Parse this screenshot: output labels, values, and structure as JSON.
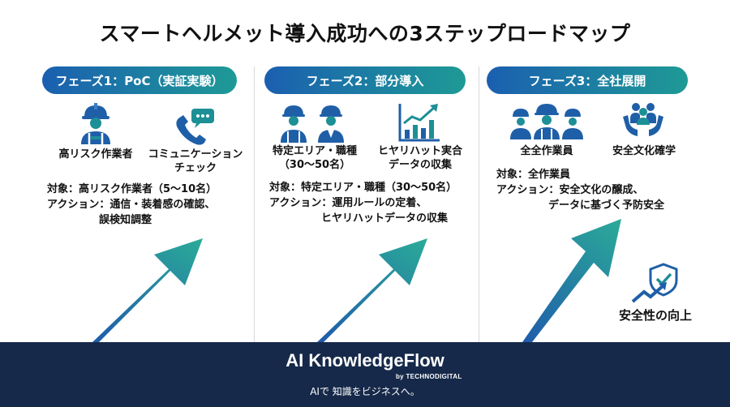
{
  "title": "スマートヘルメット導入成功への3ステップロードマップ",
  "colors": {
    "pill_gradient": [
      "#1b5fb0",
      "#1e9a96"
    ],
    "icon_blue": "#1f5fa8",
    "icon_teal": "#1d8f96",
    "arrow_gradient": [
      "#1d5bb2",
      "#2aa39a"
    ],
    "footer_bg": "#16294a"
  },
  "phases": [
    {
      "pill": "フェーズ1：PoC（実証実験）",
      "icons": [
        {
          "name": "worker-helmet-icon",
          "label": "高リスク作業者"
        },
        {
          "name": "phone-chat-icon",
          "label_lines": [
            "コミュニケーション",
            "チェック"
          ]
        }
      ],
      "desc": [
        "対象：高リスク作業者（5〜10名）",
        "アクション：通信・装着感の確認、",
        "誤検知調整"
      ]
    },
    {
      "pill": "フェーズ2：部分導入",
      "icons": [
        {
          "name": "two-workers-icon",
          "label_lines": [
            "特定エリア・職種",
            "（30〜50名）"
          ]
        },
        {
          "name": "growth-chart-icon",
          "label_lines": [
            "ヒヤリハット実合",
            "データの収集"
          ]
        }
      ],
      "desc": [
        "対象：特定エリア・職種（30〜50名）",
        "アクション：運用ルールの定着、",
        "ヒヤリハットデータの収集"
      ]
    },
    {
      "pill": "フェーズ3：全社展開",
      "icons": [
        {
          "name": "three-workers-icon",
          "label": "全全作業員"
        },
        {
          "name": "people-hands-icon",
          "label": "安全文化確学"
        }
      ],
      "desc": [
        "対象：全作業員",
        "アクション：安全文化の醸成、",
        "データに基づく予防安全"
      ],
      "badge": {
        "name": "shield-growth-icon",
        "label": "安全性の向上"
      }
    }
  ],
  "footer": {
    "brand": "AI KnowledgeFlow",
    "byline": "by TECHNODIGITAL",
    "tagline": "AIで 知識をビジネスへ。"
  }
}
